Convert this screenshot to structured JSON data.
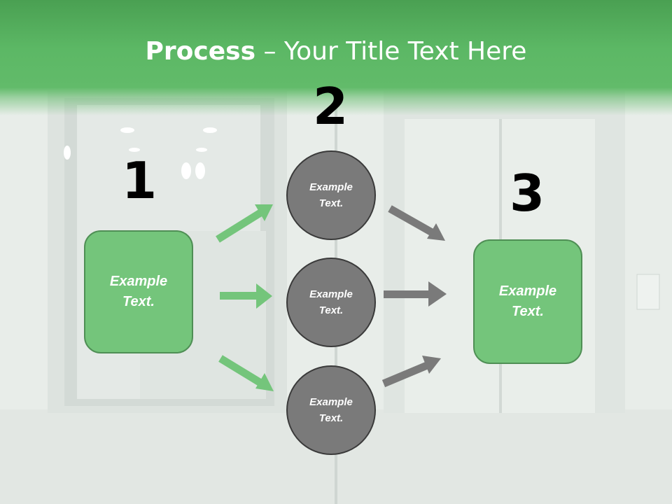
{
  "title": {
    "bold": "Process",
    "rest": " – Your Title Text Here"
  },
  "steps": [
    {
      "number": "1",
      "text": "Example Text."
    },
    {
      "number": "2",
      "items": [
        "Example Text.",
        "Example Text.",
        "Example Text."
      ]
    },
    {
      "number": "3",
      "text": "Example Text."
    }
  ],
  "colors": {
    "header": "#5cb865",
    "box_fill": "#74c57b",
    "circle_fill": "#7a7a7a",
    "green_arrow": "#74c57b",
    "gray_arrow": "#7a7a7a"
  }
}
